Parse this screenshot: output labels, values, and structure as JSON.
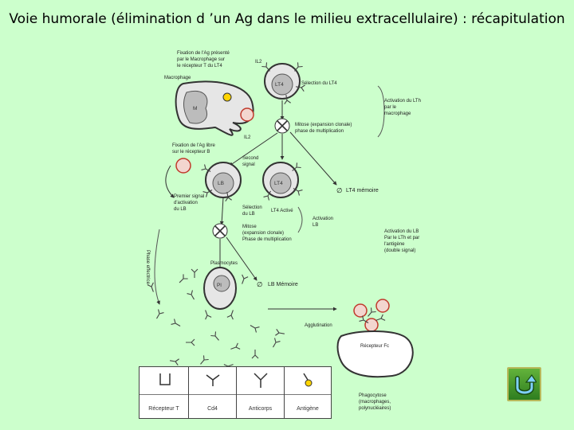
{
  "title": "Voie humorale (élimination d ’un Ag dans le milieu extracellulaire) : récapitulation",
  "labels": {
    "fixation_macro": [
      "Fixation de l'Ag présenté",
      "par le Macrophage sur",
      "le récepteur T du LT4"
    ],
    "macrophage": "Macrophage",
    "m": "M",
    "il2_top": "IL2",
    "lt4_top": "LT4",
    "selection_lt4": "Sélection du LT4",
    "activation_lth": [
      "Activation du LTh",
      "par le",
      "macrophage"
    ],
    "mitose_1": [
      "Mitose (expansion clonale)",
      "phase de multiplication"
    ],
    "il2_mid": "IL2",
    "fixation_b": [
      "Fixation de l'Ag libre",
      "sur le récepteur B"
    ],
    "second_signal": [
      "Second",
      "signal"
    ],
    "lb": "LB",
    "lt4_mid": "LT4",
    "lt4_memoire": "LT4 mémoire",
    "premier_signal": [
      "Premier signal",
      "d'activation",
      "du LB"
    ],
    "selection_lb": [
      "Sélection",
      "du LB"
    ],
    "lt4_active": "LT4 Activé",
    "activation_lb_short": [
      "Activation",
      "LB"
    ],
    "activation_lb_long": [
      "Activation du LB",
      "Par le LTh et par",
      "l'antigène",
      "(double signal)"
    ],
    "mitose_2": [
      "Mitose",
      "(expansion clonale)",
      "Phase de multiplication"
    ],
    "phase_effectrice": "Phase effectrice",
    "plasmocytes": "Plasmocytes",
    "pl": "Pl",
    "lb_memoire": "LB Mémoire",
    "agglutination": "Agglutination",
    "recepteur_fc": "Récepteur Fc",
    "phagocytose": [
      "Phagocytose",
      "(macrophages,",
      "polynucléaires)"
    ]
  },
  "legend": {
    "items": [
      {
        "label": "Récepteur T"
      },
      {
        "label": "Cd4"
      },
      {
        "label": "Anticorps"
      },
      {
        "label": "Antigène"
      }
    ]
  },
  "colors": {
    "background": "#ccffcc",
    "cell_fill": "#e6e6e6",
    "nucleus": "#bcbcbc",
    "antigen": "#ffd400",
    "infected_ring": "#c0392b",
    "back_button": "#4c9a2a"
  },
  "nav": {
    "back_icon": "u-turn-arrow-icon"
  }
}
